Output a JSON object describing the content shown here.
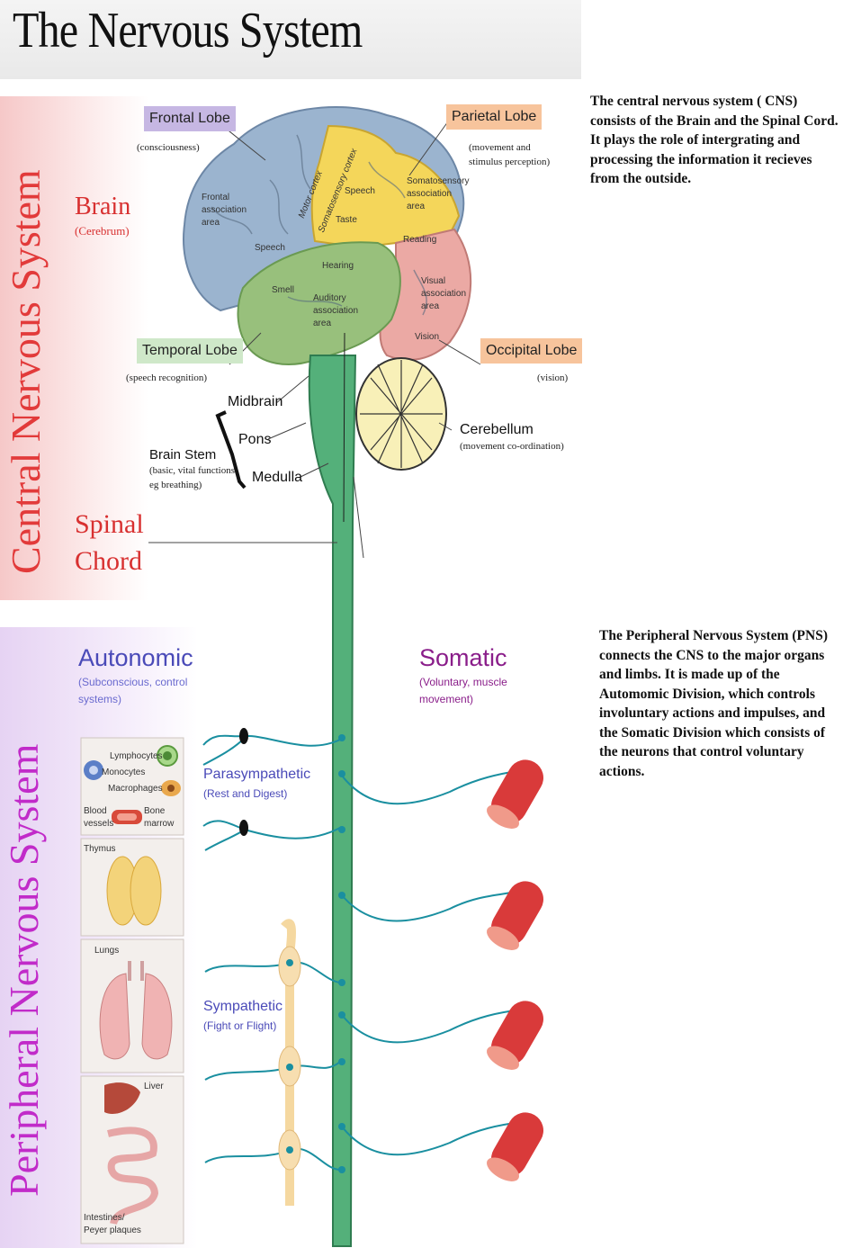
{
  "title": "The Nervous System",
  "cns": {
    "side_label": "Central Nervous System",
    "description": "The central nervous system ( CNS) consists of the Brain and the Spinal Cord. It plays the role of intergrating and processing the information it recieves from the outside.",
    "brain_label": "Brain",
    "brain_sub": "(Cerebrum)",
    "spinal_label_1": "Spinal",
    "spinal_label_2": "Chord",
    "lobes": {
      "frontal": {
        "name": "Frontal Lobe",
        "function": "(consciousness)",
        "color": "#c6b7e3"
      },
      "parietal": {
        "name": "Parietal Lobe",
        "function_1": "(movement and",
        "function_2": "stimulus perception)",
        "color": "#f7c49c"
      },
      "temporal": {
        "name": "Temporal Lobe",
        "function": "(speech recognition)",
        "color": "#cfe8c9"
      },
      "occipital": {
        "name": "Occipital Lobe",
        "function": "(vision)",
        "color": "#f7c49c"
      }
    },
    "brain_areas": {
      "frontal_assoc_1": "Frontal",
      "frontal_assoc_2": "association",
      "frontal_assoc_3": "area",
      "motor_cortex": "Motor cortex",
      "somatosensory_cortex": "Somatosensory cortex",
      "speech_1": "Speech",
      "speech_2": "Speech",
      "somato_assoc_1": "Somatosensory",
      "somato_assoc_2": "association",
      "somato_assoc_3": "area",
      "taste": "Taste",
      "reading": "Reading",
      "hearing": "Hearing",
      "smell": "Smell",
      "auditory_1": "Auditory",
      "auditory_2": "association",
      "auditory_3": "area",
      "visual_1": "Visual",
      "visual_2": "association",
      "visual_3": "area",
      "vision": "Vision"
    },
    "brainstem": {
      "midbrain": "Midbrain",
      "pons": "Pons",
      "medulla": "Medulla",
      "stem_label": "Brain Stem",
      "stem_sub_1": "(basic, vital functions",
      "stem_sub_2": "eg breathing)"
    },
    "cerebellum": {
      "name": "Cerebellum",
      "function": "(movement co-ordination)"
    }
  },
  "pns": {
    "side_label": "Peripheral Nervous System",
    "description": "The Peripheral Nervous System (PNS) connects the CNS to the major organs and limbs. It is made up of the Automomic Division, which controls involuntary actions and impulses, and the Somatic Division which consists of the neurons that control voluntary actions.",
    "autonomic": {
      "name": "Autonomic",
      "sub_1": "(Subconscious, control",
      "sub_2": "systems)"
    },
    "somatic": {
      "name": "Somatic",
      "sub_1": "(Voluntary, muscle",
      "sub_2": "movement)"
    },
    "parasympathetic": {
      "name": "Parasympathetic",
      "sub": "(Rest and Digest)"
    },
    "sympathetic": {
      "name": "Sympathetic",
      "sub": "(Fight or Flight)"
    },
    "organs": {
      "lymphocytes": "Lymphocytes",
      "monocytes": "Monocytes",
      "macrophages": "Macrophages",
      "blood_1": "Blood",
      "blood_2": "vessels",
      "bone_1": "Bone",
      "bone_2": "marrow",
      "thymus": "Thymus",
      "lungs": "Lungs",
      "liver": "Liver",
      "intestines_1": "Intestines/",
      "intestines_2": "Peyer plaques"
    }
  },
  "colors": {
    "cns_text": "#e23a3a",
    "pns_text": "#c12bc9",
    "autonomic_text": "#4a4ab8",
    "somatic_text": "#8a1e8a",
    "spinal_cord": "#4fae74",
    "nerve": "#1a8fa0",
    "muscle": "#d93a3a"
  }
}
